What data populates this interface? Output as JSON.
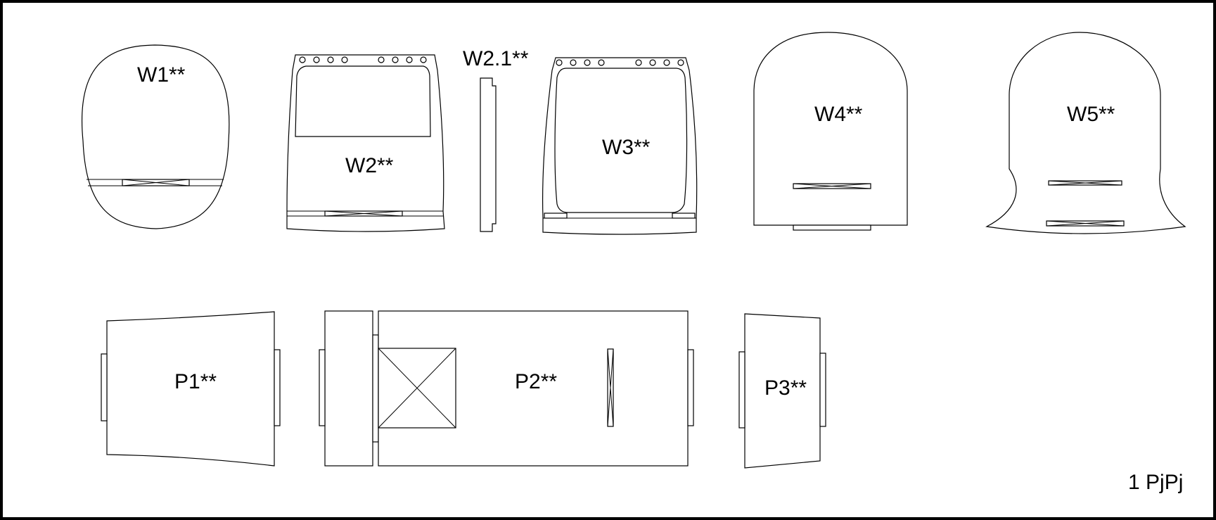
{
  "parts": {
    "w1": "W1**",
    "w2": "W2**",
    "w21": "W2.1**",
    "w3": "W3**",
    "w4": "W4**",
    "w5": "W5**",
    "p1": "P1**",
    "p2": "P2**",
    "p3": "P3**"
  },
  "sheet_label": "1 PjPj",
  "colors": {
    "line": "#000000",
    "background": "#ffffff"
  }
}
